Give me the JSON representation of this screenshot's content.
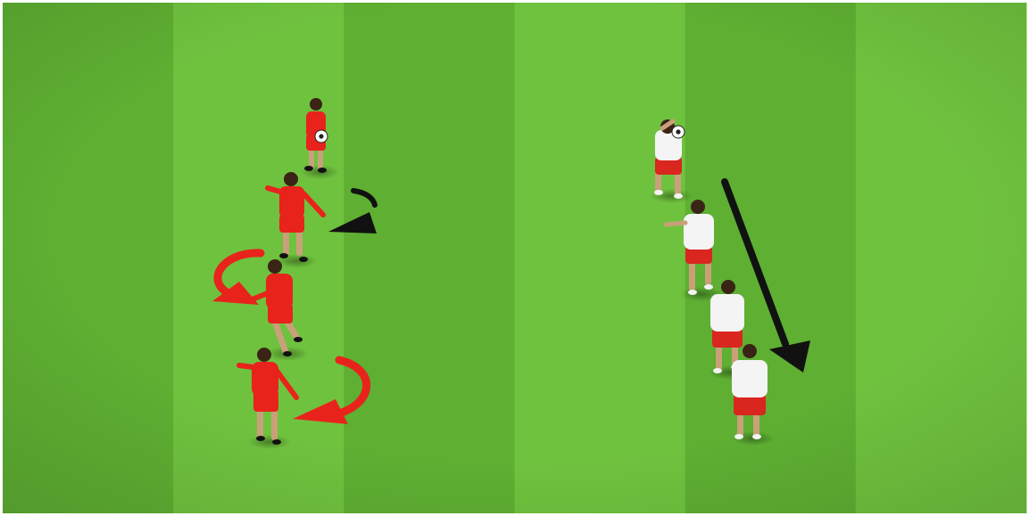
{
  "diagram": {
    "type": "soccer-drill",
    "field": {
      "stripe_count": 6,
      "colors": {
        "light": "#6fc23e",
        "dark": "#5eaf32",
        "border": "#ffffff"
      }
    },
    "teams": {
      "red": {
        "shirt": "#e8231c",
        "shorts": "#e8231c",
        "players": 4
      },
      "white": {
        "shirt": "#f4f4f4",
        "shorts": "#d9261f",
        "players": 4
      }
    },
    "ball_holders": [
      "red-player-1",
      "white-player-1"
    ],
    "annotations": [
      {
        "type": "turn-arrow",
        "color": "#e8231c",
        "team": "red",
        "count": 2
      },
      {
        "type": "turn-arrow",
        "color": "#111111",
        "team": "red",
        "count": 1
      },
      {
        "type": "movement-arrow",
        "color": "#111111",
        "team": "white",
        "direction": "down-right"
      }
    ],
    "text": []
  }
}
